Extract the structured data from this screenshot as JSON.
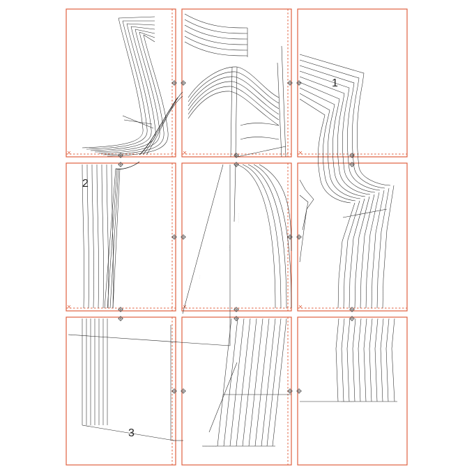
{
  "sheet": {
    "rows": 3,
    "cols": 3,
    "frame_color": "#e0603f",
    "line_color": "#222222"
  },
  "pieces": [
    {
      "id": "piece-1",
      "label": "1"
    },
    {
      "id": "piece-2",
      "label": "2"
    },
    {
      "id": "piece-3",
      "label": "3"
    }
  ]
}
